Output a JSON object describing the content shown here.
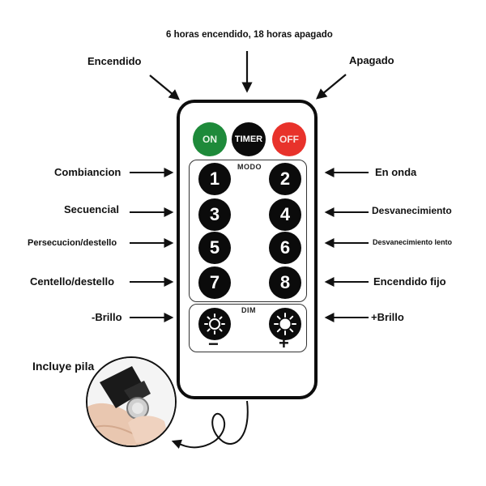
{
  "top_label": "6 horas encendido, 18 horas apagado",
  "labels": {
    "encendido": "Encendido",
    "apagado": "Apagado",
    "combiancion": "Combiancion",
    "en_onda": "En onda",
    "secuencial": "Secuencial",
    "desvanecimiento": "Desvanecimiento",
    "persecucion": "Persecucion/destello",
    "desvanecimiento_lento": "Desvanecimiento lento",
    "centello": "Centello/destello",
    "encendido_fijo": "Encendido fijo",
    "menos_brillo": "-Brillo",
    "mas_brillo": "+Brillo",
    "incluye_pila": "Incluye pila"
  },
  "remote": {
    "on": "ON",
    "timer": "TIMER",
    "off": "OFF",
    "modo": "MODO",
    "dim": "DIM",
    "b1": "1",
    "b2": "2",
    "b3": "3",
    "b4": "4",
    "b5": "5",
    "b6": "6",
    "b7": "7",
    "b8": "8",
    "minus": "−",
    "plus": "+"
  },
  "colors": {
    "on": "#1e8a3a",
    "off": "#e8322b",
    "body": "#0d0d0d"
  },
  "icons": [
    "sun-dim-icon",
    "sun-bright-icon",
    "battery-photo"
  ]
}
